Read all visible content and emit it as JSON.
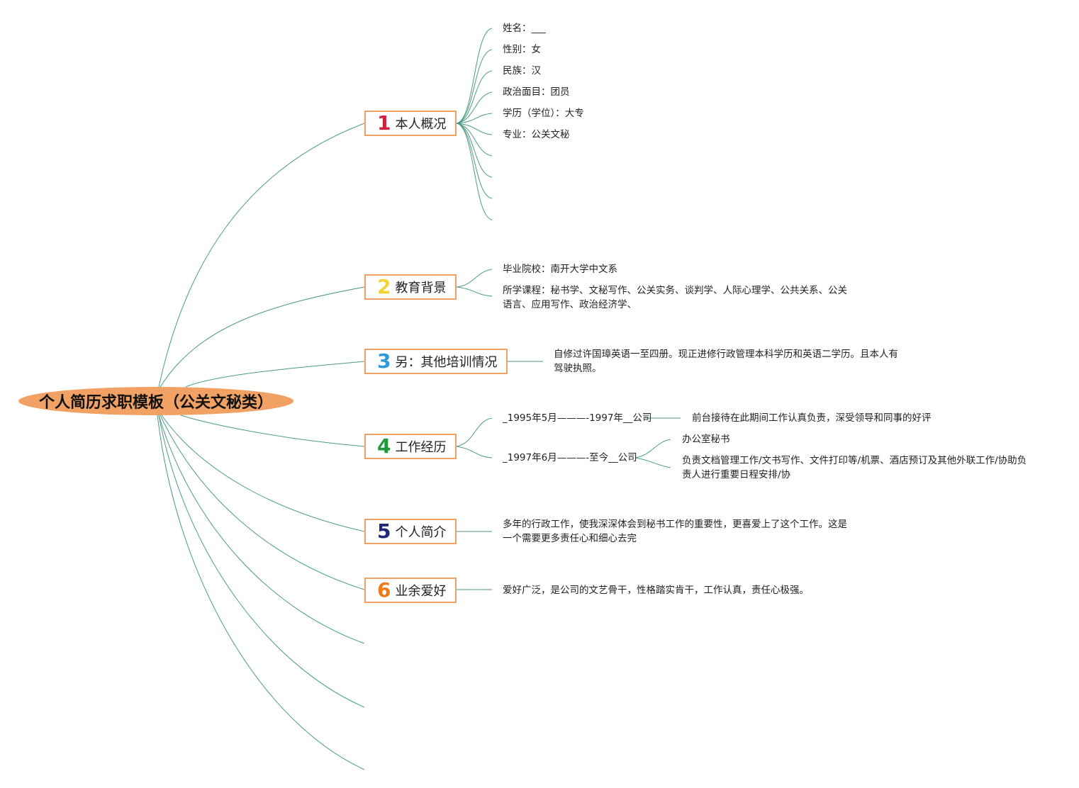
{
  "root": {
    "title": "个人简历求职模板（公关文秘类）"
  },
  "topics": [
    {
      "num": "1",
      "num_color": "#d0203a",
      "label": "本人概况",
      "items": [
        "姓名：___",
        "性别：女",
        "民族：汉",
        "政治面目：团员",
        "学历（学位）：大专",
        "专业：公关文秘"
      ]
    },
    {
      "num": "2",
      "num_color": "#f3d33a",
      "label": "教育背景",
      "items": [
        "毕业院校：南开大学中文系",
        "所学课程：秘书学、文秘写作、公关实务、谈判学、人际心理学、公共关系、公关语言、应用写作、政治经济学、"
      ]
    },
    {
      "num": "3",
      "num_color": "#2a9ad8",
      "label": "另：其他培训情况",
      "items": [
        "自修过许国璋英语一至四册。现正进修行政管理本科学历和英语二学历。且本人有驾驶执照。"
      ]
    },
    {
      "num": "4",
      "num_color": "#1e9a3a",
      "label": "工作经历",
      "jobs": [
        {
          "period": "_1995年5月———-1997年__公司",
          "details": [
            "前台接待在此期间工作认真负责，深受领导和同事的好评"
          ]
        },
        {
          "period": "_1997年6月———-至今__公司",
          "details": [
            "办公室秘书",
            "负责文档管理工作/文书写作、文件打印等/机票、酒店预订及其他外联工作/协助负责人进行重要日程安排/协"
          ]
        }
      ]
    },
    {
      "num": "5",
      "num_color": "#1e2a78",
      "label": "个人简介",
      "items": [
        "多年的行政工作，使我深深体会到秘书工作的重要性，更喜爱上了这个工作。这是一个需要更多责任心和细心去完"
      ]
    },
    {
      "num": "6",
      "num_color": "#f07a1a",
      "label": "业余爱好",
      "items": [
        "爱好广泛，是公司的文艺骨干，性格踏实肯干，工作认真，责任心极强。"
      ]
    }
  ],
  "colors": {
    "line": "#4e9a86",
    "accent": "#f0a163"
  }
}
